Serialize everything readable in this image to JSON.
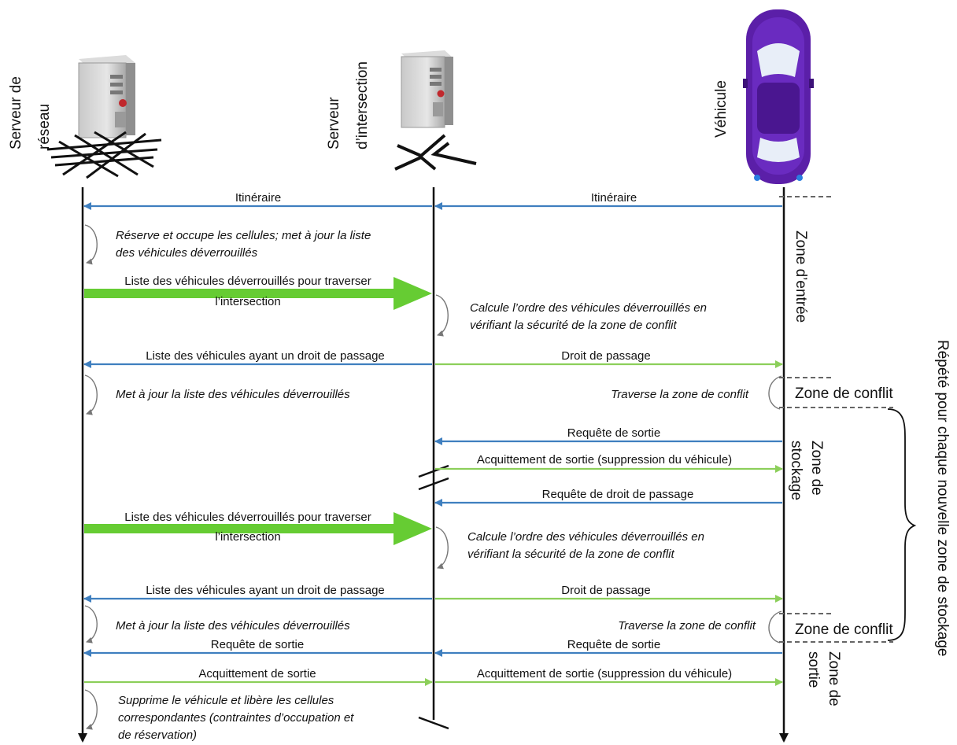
{
  "actors": {
    "network_server": [
      "Serveur de",
      "réseau"
    ],
    "intersection_server": [
      "Serveur",
      "d’intersection"
    ],
    "vehicle": [
      "Véhicule"
    ]
  },
  "messages": [
    "Itinéraire",
    "Itinéraire",
    "Liste des véhicules déverrouillés pour traverser",
    "l’intersection",
    "Liste des véhicules ayant un droit de passage",
    "Droit de passage",
    "Requête de sortie",
    "Acquittement de sortie (suppression du véhicule)",
    "Requête de droit de passage",
    "Liste des véhicules déverrouillés pour traverser",
    "l’intersection",
    "Liste des véhicules ayant un droit de passage",
    "Droit de passage",
    "Requête de sortie",
    "Requête de sortie",
    "Acquittement de sortie",
    "Acquittement de sortie (suppression du véhicule)"
  ],
  "actions": [
    [
      "Réserve et occupe les cellules; met à jour la liste",
      "des véhicules déverrouillés"
    ],
    [
      "Calcule l’ordre des véhicules déverrouillés en",
      "vérifiant la sécurité de la zone de conflit"
    ],
    [
      "Met à jour la liste des véhicules déverrouillés"
    ],
    [
      "Traverse la zone de conflit"
    ],
    [
      "Calcule l’ordre des véhicules déverrouillés en",
      "vérifiant la sécurité de la zone de conflit"
    ],
    [
      "Met à jour la liste des véhicules déverrouillés"
    ],
    [
      "Traverse la zone de conflit"
    ],
    [
      "Supprime le véhicule et libère les cellules",
      "correspondantes (contraintes d’occupation et",
      "de réservation)"
    ]
  ],
  "zones": {
    "entry": "Zone d’entrée",
    "conflict_1": "Zone de conflit",
    "storage": [
      "Zone de",
      "stockage"
    ],
    "conflict_2": "Zone de conflit",
    "exit": [
      "Zone de",
      "sortie"
    ],
    "repeat": "Répété pour chaque nouvelle zone de stockage"
  },
  "colors": {
    "blue": "#3f7fbf",
    "green": "#8ccf5a",
    "thick_green": "#66cc33",
    "vehicle": "#5b1fa8"
  }
}
